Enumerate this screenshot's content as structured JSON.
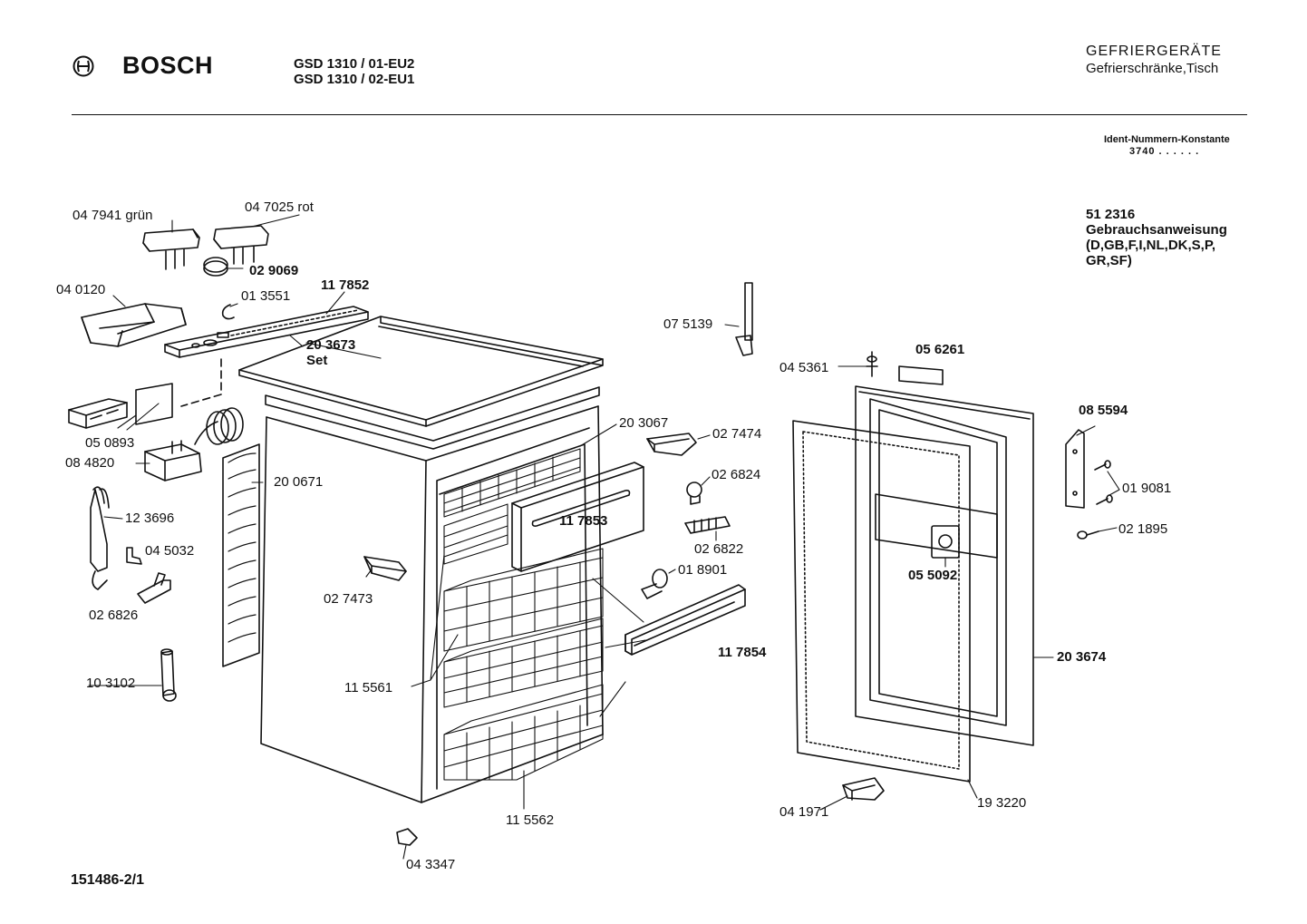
{
  "header": {
    "brand": "BOSCH",
    "models": [
      "GSD 1310 / 01-EU2",
      "GSD 1310 / 02-EU1"
    ],
    "category": "GEFRIERGERÄTE",
    "subcategory": "Gefrierschränke,Tisch",
    "ident_label": "Ident-Nummern-Konstante",
    "ident_value": "3740  . .  . . . ."
  },
  "manual": {
    "number": "51 2316",
    "title": "Gebrauchsanweisung",
    "languages_1": "(D,GB,F,I,NL,DK,S,P,",
    "languages_2": "GR,SF)"
  },
  "parts": {
    "p047941": "04 7941 grün",
    "p047025": "04 7025  rot",
    "p029069": "02 9069",
    "p040120": "04 0120",
    "p013551": "01 3551",
    "p117852": "11 7852",
    "p203673": "20 3673",
    "p203673_set": "Set",
    "p050893": "05 0893",
    "p084820": "08 4820",
    "p200671": "20 0671",
    "p123696": "12 3696",
    "p045032": "04 5032",
    "p026826": "02 6826",
    "p103102": "10 3102",
    "p203067": "20 3067",
    "p027474": "02 7474",
    "p026824": "02 6824",
    "p026822": "02 6822",
    "p117853": "11 7853",
    "p027473": "02 7473",
    "p018901": "01 8901",
    "p117854": "11 7854",
    "p115561": "11 5561",
    "p115562": "11 5562",
    "p043347": "04 3347",
    "p075139": "07 5139",
    "p045361": "04 5361",
    "p056261": "05 6261",
    "p085594": "08 5594",
    "p019081": "01 9081",
    "p021895": "02 1895",
    "p055092": "05 5092",
    "p203674": "20 3674",
    "p041971": "04 1971",
    "p193220": "19 3220"
  },
  "footer": {
    "doc_id": "151486-2/1"
  }
}
